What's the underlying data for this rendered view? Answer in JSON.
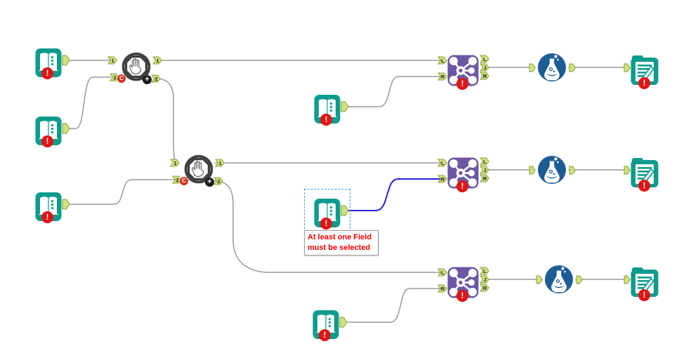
{
  "canvas": {
    "type": "alteryx-workflow-canvas",
    "background": "#ffffff"
  },
  "labels": {
    "one": "1",
    "two": "2",
    "left": "L",
    "join": "J",
    "right": "R",
    "error": "!",
    "container_c": "C",
    "plus": "+"
  },
  "tooltip": {
    "line1": "At least one Field",
    "line2": "must be selected"
  },
  "colors": {
    "teal": "#0d9b8e",
    "purple": "#6c57a5",
    "flask_blue": "#1d5d96",
    "anchor_fill": "#cfe27b",
    "anchor_border": "#87a23b",
    "error_red": "#e11414",
    "c_badge_red": "#d3351f",
    "plus_badge_black": "#1b1b1b",
    "wire_gray": "#9a9a9a",
    "wire_selected_blue": "#2424d8",
    "selection_border": "#3f9bd8",
    "tooltip_text": "#ff0000",
    "hand_dark": "#3f3f3f"
  },
  "icons": {
    "input_data": "open-book-icon",
    "block_until_done": "stop-hand-icon",
    "join": "molecule-icon",
    "test": "flask-icon",
    "output_data": "document-pencil-icon",
    "error": "exclamation-icon"
  },
  "nodes": [
    {
      "id": "input-1",
      "type": "input-data",
      "status": "error"
    },
    {
      "id": "input-2",
      "type": "input-data",
      "status": "error"
    },
    {
      "id": "input-3",
      "type": "input-data",
      "status": "error"
    },
    {
      "id": "block-until-done-1",
      "type": "block-until-done",
      "badges": [
        "C",
        "+"
      ]
    },
    {
      "id": "block-until-done-2",
      "type": "block-until-done",
      "badges": [
        "C",
        "+"
      ]
    },
    {
      "id": "input-4",
      "type": "input-data",
      "status": "error"
    },
    {
      "id": "input-5",
      "type": "input-data",
      "status": "error",
      "selected": true,
      "tooltip": "At least one Field must be selected"
    },
    {
      "id": "input-6",
      "type": "input-data",
      "status": "error"
    },
    {
      "id": "join-1",
      "type": "join",
      "status": "error"
    },
    {
      "id": "join-2",
      "type": "join",
      "status": "error"
    },
    {
      "id": "join-3",
      "type": "join",
      "status": "error"
    },
    {
      "id": "test-1",
      "type": "test"
    },
    {
      "id": "test-2",
      "type": "test"
    },
    {
      "id": "test-3",
      "type": "test"
    },
    {
      "id": "output-1",
      "type": "output-data",
      "status": "error"
    },
    {
      "id": "output-2",
      "type": "output-data",
      "status": "error"
    },
    {
      "id": "output-3",
      "type": "output-data",
      "status": "error"
    }
  ]
}
